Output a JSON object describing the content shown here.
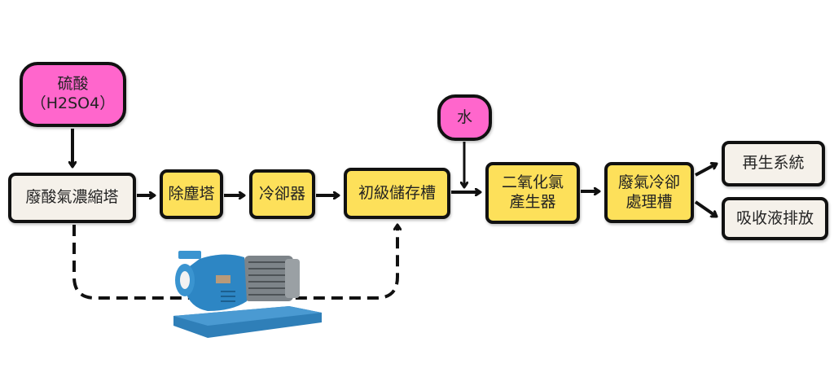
{
  "colors": {
    "process": "#fde05a",
    "endpoint": "#f5f1ea",
    "input": "#ff66cc",
    "line": "#111111",
    "pump_body": "#2d86c4",
    "pump_motor": "#8a8f94"
  },
  "nodes": {
    "sulfuric_acid": {
      "line1": "硫酸",
      "line2": "（H2SO4）"
    },
    "waste_acid_concentrator": {
      "label": "廢酸氣濃縮塔"
    },
    "dust_removal_tower": {
      "label": "除塵塔"
    },
    "cooler": {
      "label": "冷卻器"
    },
    "primary_storage_tank": {
      "label": "初級儲存槽"
    },
    "water": {
      "label": "水"
    },
    "chlorine_dioxide_generator": {
      "line1": "二氧化氯",
      "line2": "產生器"
    },
    "exhaust_cooling_tank": {
      "line1": "廢氣冷卻",
      "line2": "處理槽"
    },
    "regeneration_system": {
      "label": "再生系統"
    },
    "absorbent_discharge": {
      "label": "吸收液排放"
    }
  },
  "edges": [
    {
      "from": "sulfuric_acid",
      "to": "waste_acid_concentrator",
      "style": "solid"
    },
    {
      "from": "waste_acid_concentrator",
      "to": "dust_removal_tower",
      "style": "solid"
    },
    {
      "from": "dust_removal_tower",
      "to": "cooler",
      "style": "solid"
    },
    {
      "from": "cooler",
      "to": "primary_storage_tank",
      "style": "solid"
    },
    {
      "from": "primary_storage_tank",
      "to": "chlorine_dioxide_generator",
      "style": "solid"
    },
    {
      "from": "water",
      "to": "chlorine_dioxide_generator",
      "style": "solid"
    },
    {
      "from": "chlorine_dioxide_generator",
      "to": "exhaust_cooling_tank",
      "style": "solid"
    },
    {
      "from": "exhaust_cooling_tank",
      "to": "regeneration_system",
      "style": "solid"
    },
    {
      "from": "exhaust_cooling_tank",
      "to": "absorbent_discharge",
      "style": "solid"
    },
    {
      "from": "waste_acid_concentrator",
      "to": "primary_storage_tank",
      "style": "dashed",
      "via": "pump"
    }
  ],
  "images": {
    "pump": "magnetic-drive-pump"
  }
}
